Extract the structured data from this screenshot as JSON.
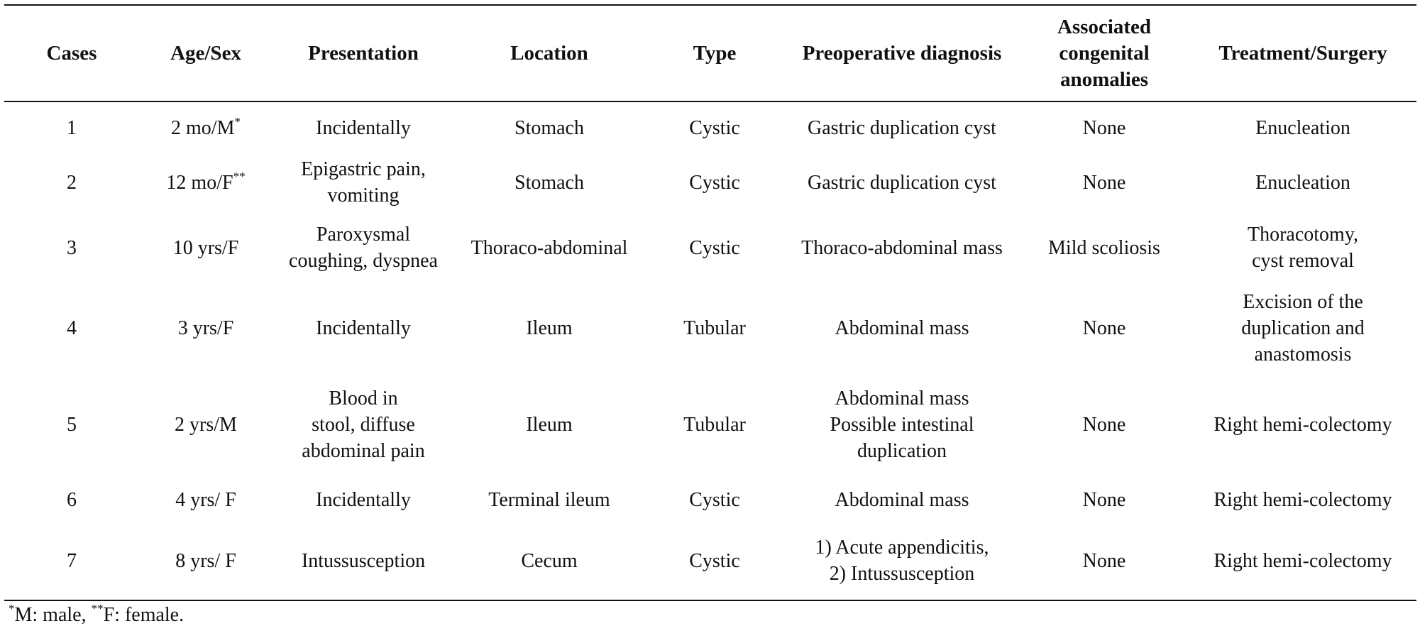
{
  "table": {
    "headers": [
      {
        "lines": [
          "Cases"
        ]
      },
      {
        "lines": [
          "Age/Sex"
        ]
      },
      {
        "lines": [
          "Presentation"
        ]
      },
      {
        "lines": [
          "Location"
        ]
      },
      {
        "lines": [
          "Type"
        ]
      },
      {
        "lines": [
          "Preoperative diagnosis"
        ]
      },
      {
        "lines": [
          "Associated",
          "congenital",
          "anomalies"
        ]
      },
      {
        "lines": [
          "Treatment/Surgery"
        ]
      }
    ],
    "rows": [
      {
        "case": "1",
        "age": {
          "text": "2 mo/M",
          "sup": "*"
        },
        "presentation": [
          "Incidentally"
        ],
        "location": [
          "Stomach"
        ],
        "type": [
          "Cystic"
        ],
        "diagnosis": [
          "Gastric duplication cyst"
        ],
        "anomalies": [
          "None"
        ],
        "treatment": [
          "Enucleation"
        ]
      },
      {
        "case": "2",
        "age": {
          "text": "12 mo/F",
          "sup": "**"
        },
        "presentation": [
          "Epigastric pain,",
          "vomiting"
        ],
        "location": [
          "Stomach"
        ],
        "type": [
          "Cystic"
        ],
        "diagnosis": [
          "Gastric duplication cyst"
        ],
        "anomalies": [
          "None"
        ],
        "treatment": [
          "Enucleation"
        ]
      },
      {
        "case": "3",
        "age": {
          "text": "10 yrs/F",
          "sup": ""
        },
        "presentation": [
          "Paroxysmal",
          "coughing, dyspnea"
        ],
        "location": [
          "Thoraco-abdominal"
        ],
        "type": [
          "Cystic"
        ],
        "diagnosis": [
          "Thoraco-abdominal mass"
        ],
        "anomalies": [
          "Mild scoliosis"
        ],
        "treatment": [
          "Thoracotomy,",
          "cyst removal"
        ]
      },
      {
        "case": "4",
        "age": {
          "text": "3 yrs/F",
          "sup": ""
        },
        "presentation": [
          "Incidentally"
        ],
        "location": [
          "Ileum"
        ],
        "type": [
          "Tubular"
        ],
        "diagnosis": [
          "Abdominal mass"
        ],
        "anomalies": [
          "None"
        ],
        "treatment": [
          "Excision of the",
          "duplication and",
          "anastomosis"
        ]
      },
      {
        "case": "5",
        "age": {
          "text": "2 yrs/M",
          "sup": ""
        },
        "presentation": [
          "Blood in",
          "stool, diffuse",
          "abdominal pain"
        ],
        "location": [
          "Ileum"
        ],
        "type": [
          "Tubular"
        ],
        "diagnosis": [
          "Abdominal mass",
          "Possible intestinal",
          "duplication"
        ],
        "anomalies": [
          "None"
        ],
        "treatment": [
          "Right hemi-colectomy"
        ]
      },
      {
        "case": "6",
        "age": {
          "text": "4 yrs/ F",
          "sup": ""
        },
        "presentation": [
          "Incidentally"
        ],
        "location": [
          "Terminal ileum"
        ],
        "type": [
          "Cystic"
        ],
        "diagnosis": [
          "Abdominal mass"
        ],
        "anomalies": [
          "None"
        ],
        "treatment": [
          "Right hemi-colectomy"
        ]
      },
      {
        "case": "7",
        "age": {
          "text": "8 yrs/ F",
          "sup": ""
        },
        "presentation": [
          "Intussusception"
        ],
        "location": [
          "Cecum"
        ],
        "type": [
          "Cystic"
        ],
        "diagnosis": [
          "1) Acute appendicitis,",
          "2) Intussusception"
        ],
        "anomalies": [
          "None"
        ],
        "treatment": [
          "Right hemi-colectomy"
        ]
      }
    ]
  },
  "footnote": [
    {
      "sup": "*",
      "text": "M: male, "
    },
    {
      "sup": "**",
      "text": "F: female."
    }
  ]
}
